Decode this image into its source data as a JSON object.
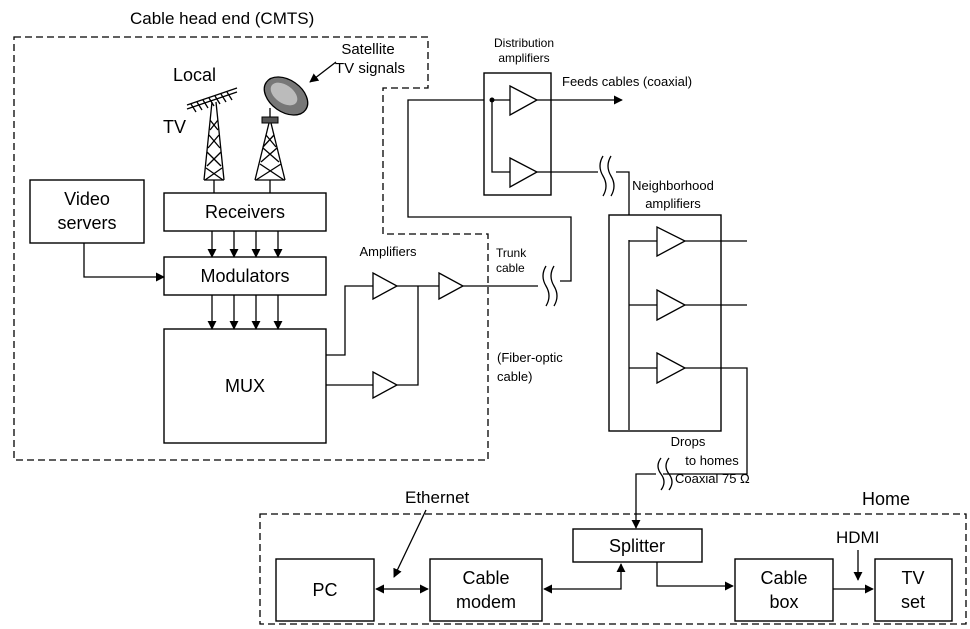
{
  "regions": {
    "headend_title": "Cable head end (CMTS)",
    "home_title": "Home"
  },
  "headend": {
    "local": "Local",
    "tv": "TV",
    "satellite_line1": "Satellite",
    "satellite_line2": "TV signals",
    "video_servers_line1": "Video",
    "video_servers_line2": "servers",
    "receivers": "Receivers",
    "modulators": "Modulators",
    "mux": "MUX",
    "amplifiers": "Amplifiers"
  },
  "distribution": {
    "title_line1": "Distribution",
    "title_line2": "amplifiers",
    "feeds": "Feeds cables (coaxial)",
    "trunk_line1": "Trunk",
    "trunk_line2": "cable",
    "fiber_line1": "(Fiber-optic",
    "fiber_line2": "cable)"
  },
  "neighborhood": {
    "title_line1": "Neighborhood",
    "title_line2": "amplifiers",
    "drops_line1": "Drops",
    "drops_line2": "to homes",
    "drops_line3": "Coaxial 75 Ω"
  },
  "home": {
    "ethernet": "Ethernet",
    "hdmi": "HDMI",
    "splitter": "Splitter",
    "pc": "PC",
    "cable_modem_line1": "Cable",
    "cable_modem_line2": "modem",
    "cable_box_line1": "Cable",
    "cable_box_line2": "box",
    "tv_set_line1": "TV",
    "tv_set_line2": "set"
  }
}
